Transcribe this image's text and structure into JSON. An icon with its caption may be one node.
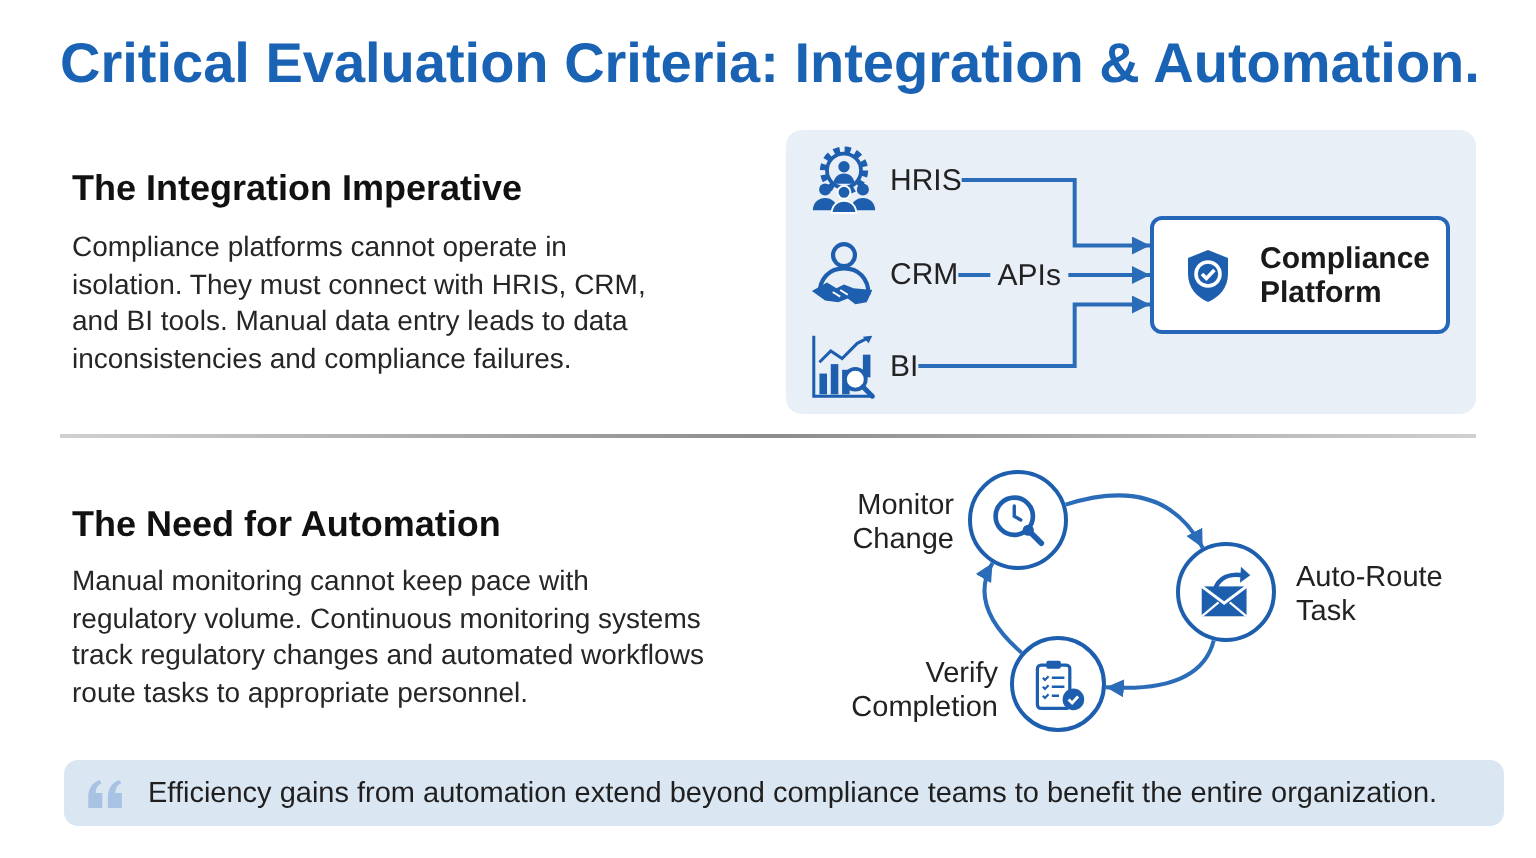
{
  "diagram": {
    "title": "Critical Evaluation Criteria: Integration & Automation.",
    "nodes": [
      {
        "text": [],
        "shape": "box"
      },
      {
        "text": [
          "HRIS"
        ],
        "in": 0
      },
      {
        "text": [
          "CRM"
        ],
        "in": 0
      },
      {
        "text": [
          "BI"
        ],
        "in": 0
      },
      {
        "text": [
          "Compliance Platform"
        ],
        "in": 0
      },
      {
        "text": [],
        "shape": "circle",
        "beside": [
          "Monitor Change"
        ]
      },
      {
        "text": [],
        "shape": "circle",
        "beside": [
          "Auto-Route Task"
        ]
      },
      {
        "text": [],
        "shape": "circle",
        "beside": [
          "Verify Completion"
        ]
      },
      {
        "text": [
          "Efficiency gains from automation extend beyond compliance teams to benefit the entire organization."
        ]
      }
    ],
    "edges": [
      {
        "from": 1,
        "to": 4,
        "arrow": "to"
      },
      {
        "from": 2,
        "to": 4,
        "arrow": "to",
        "label": "APIs"
      },
      {
        "from": 3,
        "to": 4,
        "arrow": "to"
      },
      {
        "from": 5,
        "to": 6,
        "arrow": "to"
      },
      {
        "from": 6,
        "to": 7,
        "arrow": "to"
      },
      {
        "from": 7,
        "to": 5,
        "arrow": "to"
      }
    ],
    "labels": [
      "The Integration Imperative",
      "Compliance platforms cannot operate in isolation. They must connect with HRIS, CRM, and BI tools. Manual data entry leads to data inconsistencies and compliance failures.",
      "The Need for Automation",
      "Manual monitoring cannot keep pace with regulatory volume. Continuous monitoring systems track regulatory changes and automated workflows route tasks to appropriate personnel."
    ]
  }
}
